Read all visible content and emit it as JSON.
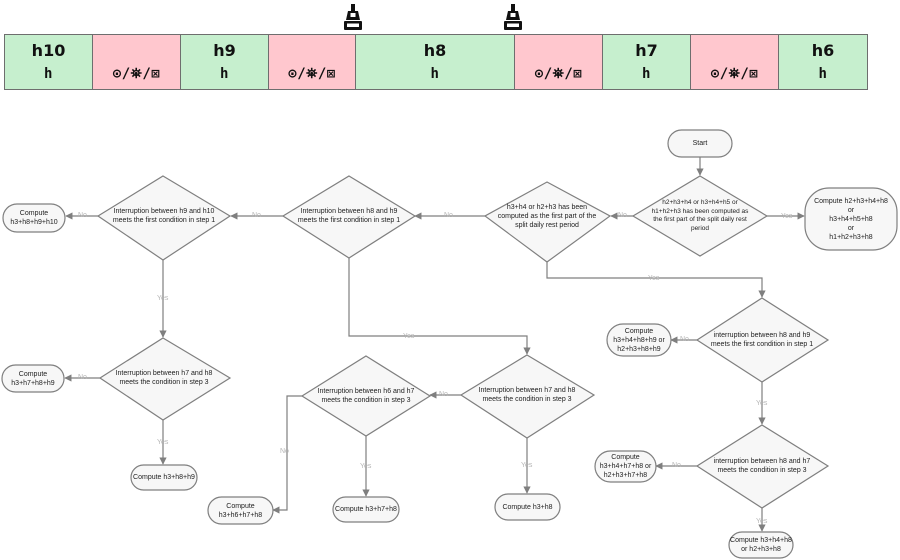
{
  "timeline": {
    "cells": [
      {
        "type": "duty",
        "label": "h10",
        "symbol": "h"
      },
      {
        "type": "break",
        "label": "",
        "symbol": "⊙/⛯/⊠"
      },
      {
        "type": "duty",
        "label": "h9",
        "symbol": "h"
      },
      {
        "type": "break",
        "label": "",
        "symbol": "⊙/⛯/⊠"
      },
      {
        "type": "duty",
        "label": "h8",
        "symbol": "h"
      },
      {
        "type": "break",
        "label": "",
        "symbol": "⊙/⛯/⊠"
      },
      {
        "type": "duty",
        "label": "h7",
        "symbol": "h"
      },
      {
        "type": "break",
        "label": "",
        "symbol": "⊙/⛯/⊠"
      },
      {
        "type": "duty",
        "label": "h6",
        "symbol": "h"
      }
    ],
    "colors": {
      "duty": "#c6efce",
      "break": "#ffc7ce"
    },
    "markers": [
      "ferry-icon",
      "ferry-icon"
    ]
  },
  "flowchart": {
    "nodes": {
      "start": "Start",
      "d_first_part": "h2+h3+h4 or h3+h4+h5 or\nh1+h2+h3 has been computed as\nthe first part of the split daily rest\nperiod",
      "r_first_part": "Compute h2+h3+h4+h8\nor\nh3+h4+h5+h8\nor\nh1+h2+h3+h8",
      "d_h3h4": "h3+h4 or h2+h3 has been\ncomputed as the first part of the\nsplit daily rest period",
      "d_h8h9": "Interruption between h8 and h9\nmeets the first condition in step 1",
      "d_h9h10": "Interruption between h9 and h10\nmeets the first condition in step 1",
      "r_h3h8h9h10": "Compute\nh3+h8+h9+h10",
      "d_h7h8_left": "Interruption between h7 and h8\nmeets the condition in step 3",
      "r_h3h7h8h9": "Compute\nh3+h7+h8+h9",
      "r_h3h8h9": "Compute h3+h8+h9",
      "d_h7h8_mid": "Interruption between h7 and h8\nmeets the condition in step 3",
      "d_h6h7": "Interruption between h6 and h7\nmeets the condition in step 3",
      "r_h3h8": "Compute h3+h8",
      "r_h3h7h8": "Compute h3+h7+h8",
      "r_h3h6h7h8": "Compute\nh3+h6+h7+h8",
      "d_h8h9_right": "interruption between h8 and h9\nmeets the first condition in step 1",
      "r_h3h4h8h9": "Compute\nh3+h4+h8+h9 or\nh2+h3+h8+h9",
      "d_h8h7_right": "interruption between h8 and h7\nmeets the condition in step 3",
      "r_h3h4h7h8": "Compute\nh3+h4+h7+h8 or\nh2+h3+h7+h8",
      "r_h3h4h8": "Compute h3+h4+h8\nor h2+h3+h8"
    },
    "edge_labels": {
      "yes": "Yes",
      "no": "No"
    },
    "colors": {
      "shape_fill": "#f7f7f7",
      "shape_stroke": "#7f7f7f",
      "label": "#b5b5b5"
    }
  }
}
